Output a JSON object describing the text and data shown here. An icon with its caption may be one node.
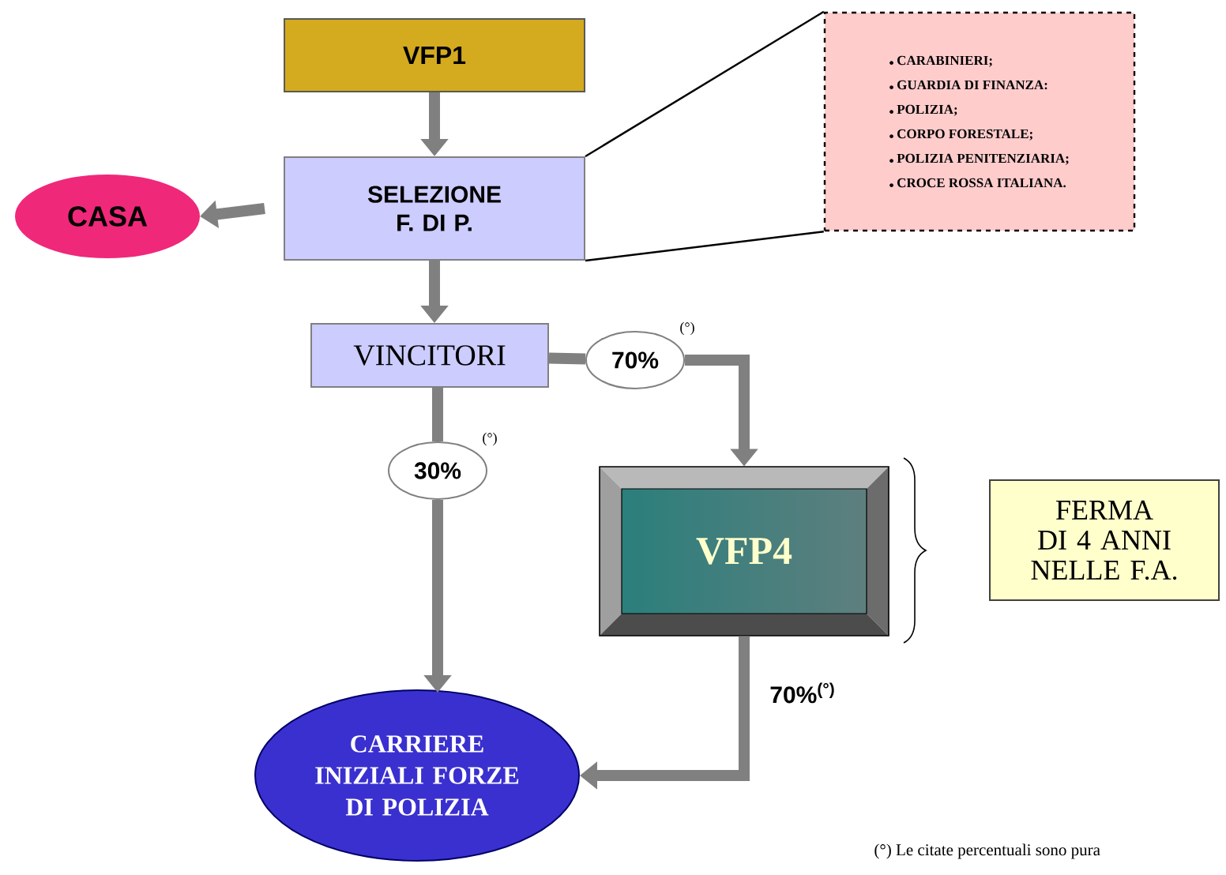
{
  "diagram": {
    "nodes": [
      {
        "text": [
          "VFP1"
        ]
      },
      {
        "text": [
          "SELEZIONE F. DI P."
        ]
      },
      {
        "text": [
          "CASA"
        ]
      },
      {
        "text": [
          "CARABINIERI;",
          "GUARDIA DI FINANZA:",
          "POLIZIA;",
          "CORPO FORESTALE;",
          "POLIZIA PENITENZIARIA;",
          "CROCE ROSSA ITALIANA."
        ]
      },
      {
        "text": [
          "VINCITORI"
        ]
      },
      {
        "text": [
          "70%"
        ],
        "beside": [
          "(°)"
        ]
      },
      {
        "text": [
          "30%"
        ],
        "beside": [
          "(°)"
        ]
      },
      {
        "text": [
          "VFP4"
        ]
      },
      {
        "text": [
          "FERMA DI 4 ANNI NELLE F.A."
        ]
      },
      {
        "text": [
          "CARRIERE INIZIALI FORZE DI POLIZIA"
        ]
      }
    ],
    "edges": [
      {
        "from": 0,
        "to": 1,
        "arrow": "to"
      },
      {
        "from": 1,
        "to": 2,
        "arrow": "to"
      },
      {
        "from": 1,
        "to": 3,
        "arrow": "none",
        "color": "#000000"
      },
      {
        "from": 1,
        "to": 3,
        "arrow": "none",
        "color": "#000000"
      },
      {
        "from": 1,
        "to": 4,
        "arrow": "to"
      },
      {
        "from": 4,
        "to": 5,
        "arrow": "none"
      },
      {
        "from": 5,
        "to": 7,
        "arrow": "to"
      },
      {
        "from": 4,
        "to": 6,
        "arrow": "none"
      },
      {
        "from": 6,
        "to": 9,
        "arrow": "to"
      },
      {
        "from": 7,
        "to": 9,
        "arrow": "to",
        "label": "70%$^{(°)}$"
      }
    ],
    "labels": [
      "(°) Le citate percentuali sono pura"
    ]
  }
}
